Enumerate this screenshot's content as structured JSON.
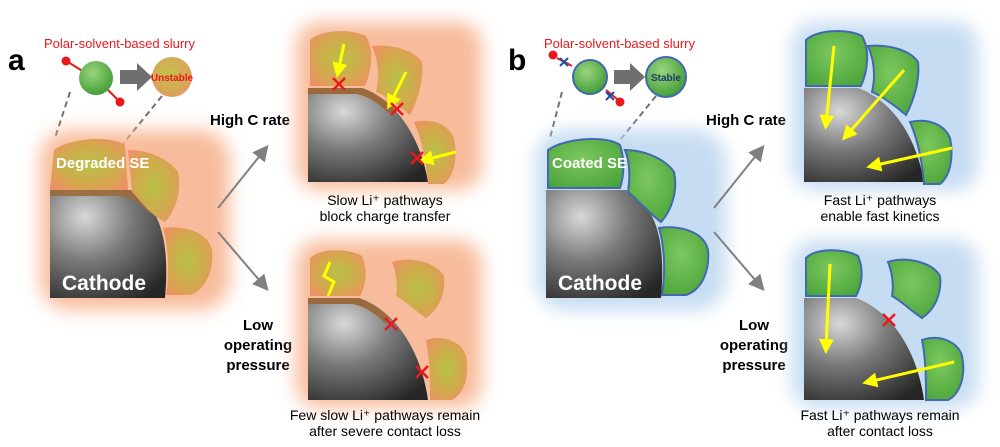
{
  "panels": {
    "a": {
      "letter": "a",
      "slurry_label": "Polar-solvent-based slurry",
      "particle_state": "Unstable",
      "se_label": "Degraded SE",
      "cathode_label": "Cathode",
      "condition_top": "High C rate",
      "condition_bottom": [
        "Low",
        "operating",
        "pressure"
      ],
      "caption_top": [
        "Slow Li⁺ pathways",
        "block charge transfer"
      ],
      "caption_bottom": [
        "Few slow Li⁺ pathways remain",
        "after severe contact loss"
      ]
    },
    "b": {
      "letter": "b",
      "slurry_label": "Polar-solvent-based slurry",
      "particle_state": "Stable",
      "se_label": "Coated SE",
      "cathode_label": "Cathode",
      "condition_top": "High C rate",
      "condition_bottom": [
        "Low",
        "operating",
        "pressure"
      ],
      "caption_top": [
        "Fast Li⁺ pathways",
        "enable fast kinetics"
      ],
      "caption_bottom": [
        "Fast Li⁺ pathways remain",
        "after contact loss"
      ]
    }
  },
  "colors": {
    "slurry_text": "#e8191c",
    "unstable_text": "#e8191c",
    "stable_text": "#1f3a70",
    "degraded_glow": "#f7b08a",
    "coated_glow": "#bcd6f0",
    "coated_fill": "#5cb443",
    "coated_stroke": "#4169b0",
    "arrow_yellow": "#ffff00",
    "block_mark": "#e8191c"
  }
}
